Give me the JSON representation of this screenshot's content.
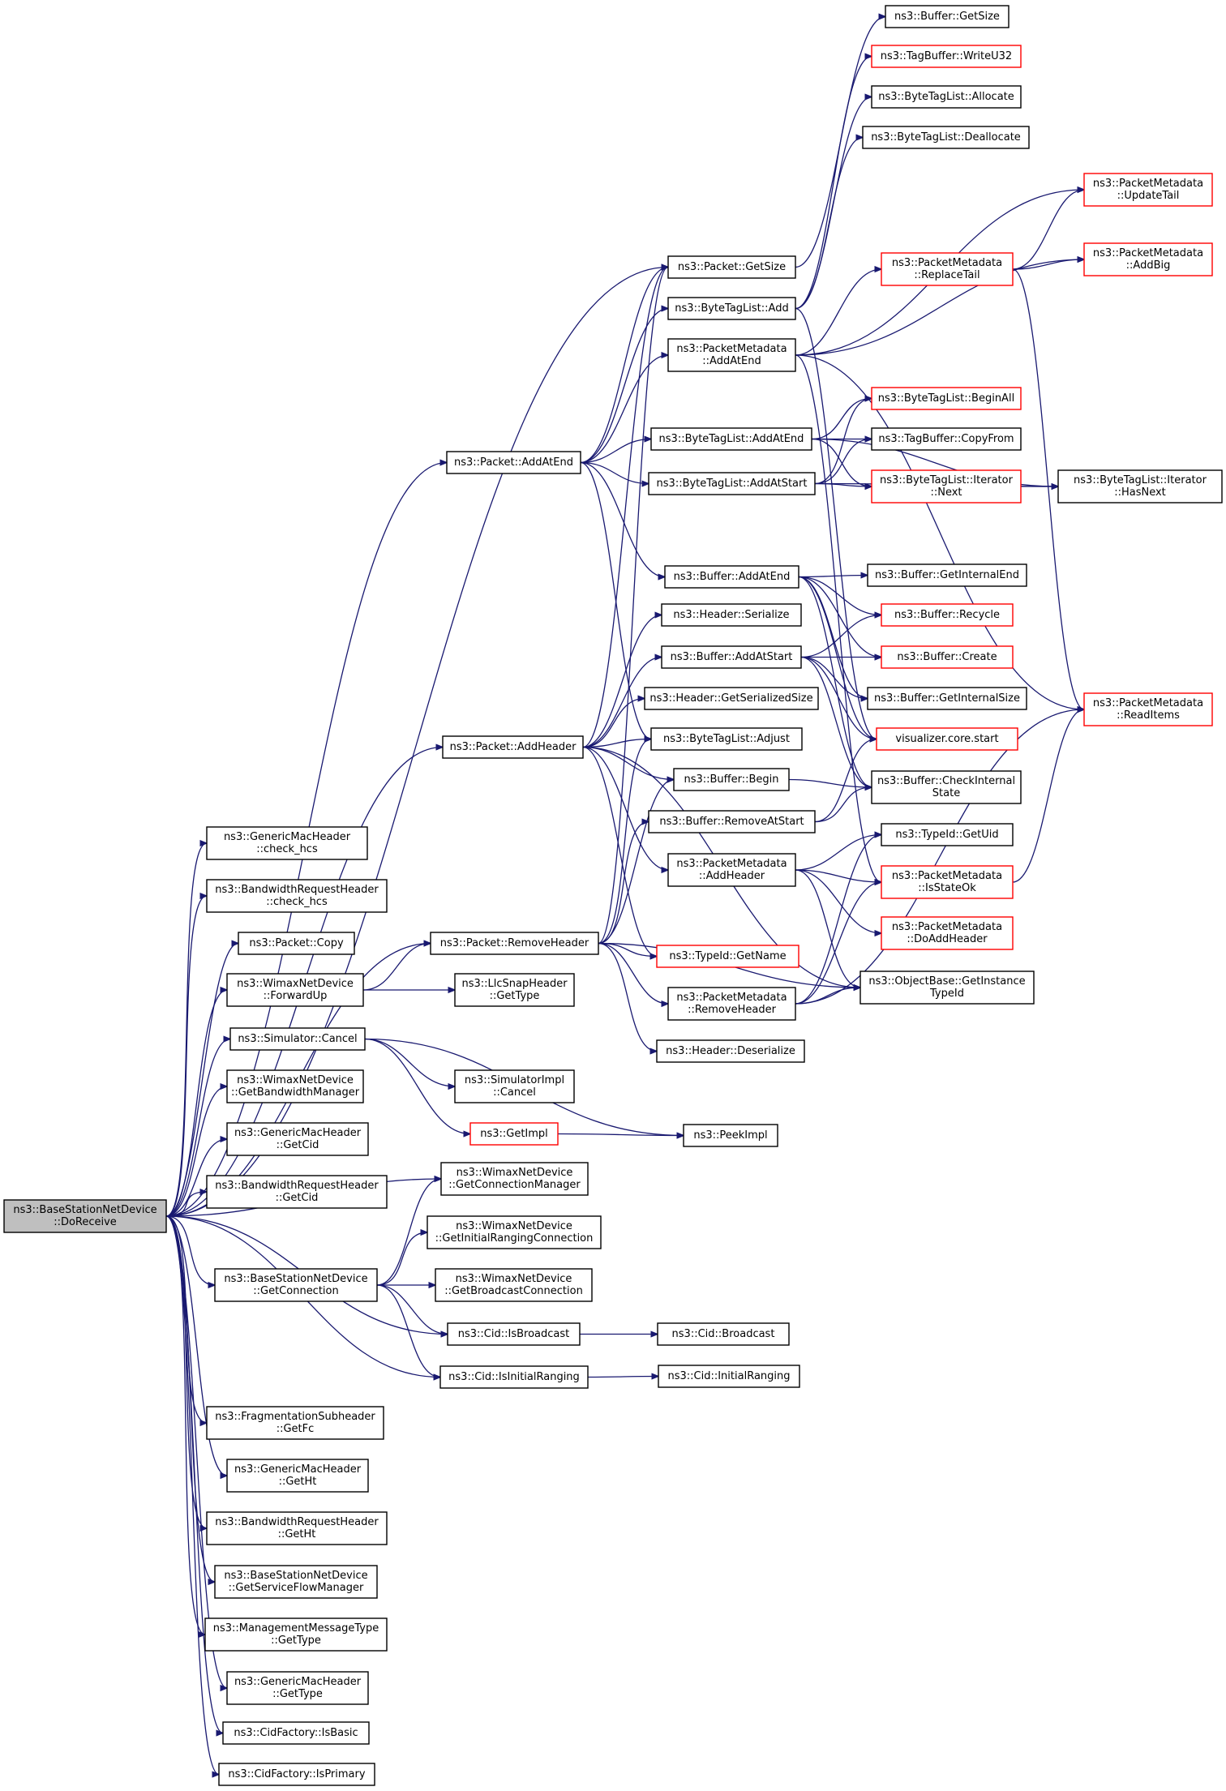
{
  "diagram": {
    "type": "call-graph",
    "colors": {
      "edge": "#191970",
      "node_border": "#000000",
      "truncated_node_border": "#ff0000",
      "root_fill": "#bfbfbf",
      "node_fill": "#ffffff"
    },
    "nodes": [
      {
        "id": "root",
        "lines": [
          "ns3::BaseStationNetDevice",
          "::DoReceive"
        ],
        "style": "root"
      },
      {
        "id": "buf_getsize",
        "lines": [
          "ns3::Buffer::GetSize"
        ],
        "style": "normal"
      },
      {
        "id": "tag_writeu32",
        "lines": [
          "ns3::TagBuffer::WriteU32"
        ],
        "style": "truncated"
      },
      {
        "id": "btl_allocate",
        "lines": [
          "ns3::ByteTagList::Allocate"
        ],
        "style": "normal"
      },
      {
        "id": "btl_deallocate",
        "lines": [
          "ns3::ByteTagList::Deallocate"
        ],
        "style": "normal"
      },
      {
        "id": "pm_updatetail",
        "lines": [
          "ns3::PacketMetadata",
          "::UpdateTail"
        ],
        "style": "truncated"
      },
      {
        "id": "pm_replacetail",
        "lines": [
          "ns3::PacketMetadata",
          "::ReplaceTail"
        ],
        "style": "truncated"
      },
      {
        "id": "pm_addbig",
        "lines": [
          "ns3::PacketMetadata",
          "::AddBig"
        ],
        "style": "truncated"
      },
      {
        "id": "pkt_getsize",
        "lines": [
          "ns3::Packet::GetSize"
        ],
        "style": "normal"
      },
      {
        "id": "btl_add",
        "lines": [
          "ns3::ByteTagList::Add"
        ],
        "style": "normal"
      },
      {
        "id": "pm_addatend",
        "lines": [
          "ns3::PacketMetadata",
          "::AddAtEnd"
        ],
        "style": "normal"
      },
      {
        "id": "btl_beginall",
        "lines": [
          "ns3::ByteTagList::BeginAll"
        ],
        "style": "truncated"
      },
      {
        "id": "btl_addatend",
        "lines": [
          "ns3::ByteTagList::AddAtEnd"
        ],
        "style": "normal"
      },
      {
        "id": "tag_copyfrom",
        "lines": [
          "ns3::TagBuffer::CopyFrom"
        ],
        "style": "normal"
      },
      {
        "id": "pkt_addatend",
        "lines": [
          "ns3::Packet::AddAtEnd"
        ],
        "style": "normal"
      },
      {
        "id": "btl_addatstart",
        "lines": [
          "ns3::ByteTagList::AddAtStart"
        ],
        "style": "normal"
      },
      {
        "id": "btl_it_next",
        "lines": [
          "ns3::ByteTagList::Iterator",
          "::Next"
        ],
        "style": "truncated"
      },
      {
        "id": "btl_it_hasnext",
        "lines": [
          "ns3::ByteTagList::Iterator",
          "::HasNext"
        ],
        "style": "normal"
      },
      {
        "id": "buf_addatend",
        "lines": [
          "ns3::Buffer::AddAtEnd"
        ],
        "style": "normal"
      },
      {
        "id": "buf_getinternalend",
        "lines": [
          "ns3::Buffer::GetInternalEnd"
        ],
        "style": "normal"
      },
      {
        "id": "hdr_serialize",
        "lines": [
          "ns3::Header::Serialize"
        ],
        "style": "normal"
      },
      {
        "id": "buf_recycle",
        "lines": [
          "ns3::Buffer::Recycle"
        ],
        "style": "truncated"
      },
      {
        "id": "buf_addatstart",
        "lines": [
          "ns3::Buffer::AddAtStart"
        ],
        "style": "normal"
      },
      {
        "id": "buf_create",
        "lines": [
          "ns3::Buffer::Create"
        ],
        "style": "truncated"
      },
      {
        "id": "hdr_getserializedsize",
        "lines": [
          "ns3::Header::GetSerializedSize"
        ],
        "style": "normal"
      },
      {
        "id": "buf_getinternalsize",
        "lines": [
          "ns3::Buffer::GetInternalSize"
        ],
        "style": "normal"
      },
      {
        "id": "pm_readitems",
        "lines": [
          "ns3::PacketMetadata",
          "::ReadItems"
        ],
        "style": "truncated"
      },
      {
        "id": "pkt_addheader",
        "lines": [
          "ns3::Packet::AddHeader"
        ],
        "style": "normal"
      },
      {
        "id": "btl_adjust",
        "lines": [
          "ns3::ByteTagList::Adjust"
        ],
        "style": "normal"
      },
      {
        "id": "vis_start",
        "lines": [
          "visualizer.core.start"
        ],
        "style": "truncated"
      },
      {
        "id": "buf_begin",
        "lines": [
          "ns3::Buffer::Begin"
        ],
        "style": "normal"
      },
      {
        "id": "buf_checkinternalstate",
        "lines": [
          "ns3::Buffer::CheckInternal",
          "State"
        ],
        "style": "normal"
      },
      {
        "id": "gmh_check_hcs",
        "lines": [
          "ns3::GenericMacHeader",
          "::check_hcs"
        ],
        "style": "normal"
      },
      {
        "id": "buf_removeatstart",
        "lines": [
          "ns3::Buffer::RemoveAtStart"
        ],
        "style": "normal"
      },
      {
        "id": "typeid_getuid",
        "lines": [
          "ns3::TypeId::GetUid"
        ],
        "style": "normal"
      },
      {
        "id": "pm_addheader",
        "lines": [
          "ns3::PacketMetadata",
          "::AddHeader"
        ],
        "style": "normal"
      },
      {
        "id": "brh_check_hcs",
        "lines": [
          "ns3::BandwidthRequestHeader",
          "::check_hcs"
        ],
        "style": "normal"
      },
      {
        "id": "pm_isstateok",
        "lines": [
          "ns3::PacketMetadata",
          "::IsStateOk"
        ],
        "style": "truncated"
      },
      {
        "id": "pkt_copy",
        "lines": [
          "ns3::Packet::Copy"
        ],
        "style": "normal"
      },
      {
        "id": "pm_doaddheader",
        "lines": [
          "ns3::PacketMetadata",
          "::DoAddHeader"
        ],
        "style": "truncated"
      },
      {
        "id": "pkt_removeheader",
        "lines": [
          "ns3::Packet::RemoveHeader"
        ],
        "style": "normal"
      },
      {
        "id": "typeid_getname",
        "lines": [
          "ns3::TypeId::GetName"
        ],
        "style": "truncated"
      },
      {
        "id": "wnd_forwardup",
        "lines": [
          "ns3::WimaxNetDevice",
          "::ForwardUp"
        ],
        "style": "normal"
      },
      {
        "id": "llc_gettype",
        "lines": [
          "ns3::LlcSnapHeader",
          "::GetType"
        ],
        "style": "normal"
      },
      {
        "id": "pm_removeheader",
        "lines": [
          "ns3::PacketMetadata",
          "::RemoveHeader"
        ],
        "style": "normal"
      },
      {
        "id": "ob_getinstancetypeid",
        "lines": [
          "ns3::ObjectBase::GetInstance",
          "TypeId"
        ],
        "style": "normal"
      },
      {
        "id": "sim_cancel",
        "lines": [
          "ns3::Simulator::Cancel"
        ],
        "style": "normal"
      },
      {
        "id": "hdr_deserialize",
        "lines": [
          "ns3::Header::Deserialize"
        ],
        "style": "normal"
      },
      {
        "id": "wnd_getbwmanager",
        "lines": [
          "ns3::WimaxNetDevice",
          "::GetBandwidthManager"
        ],
        "style": "normal"
      },
      {
        "id": "simimpl_cancel",
        "lines": [
          "ns3::SimulatorImpl",
          "::Cancel"
        ],
        "style": "normal"
      },
      {
        "id": "getimpl",
        "lines": [
          "ns3::GetImpl"
        ],
        "style": "truncated"
      },
      {
        "id": "peekimpl",
        "lines": [
          "ns3::PeekImpl"
        ],
        "style": "normal"
      },
      {
        "id": "gmh_getcid",
        "lines": [
          "ns3::GenericMacHeader",
          "::GetCid"
        ],
        "style": "normal"
      },
      {
        "id": "wnd_getconnmanager",
        "lines": [
          "ns3::WimaxNetDevice",
          "::GetConnectionManager"
        ],
        "style": "normal"
      },
      {
        "id": "brh_getcid",
        "lines": [
          "ns3::BandwidthRequestHeader",
          "::GetCid"
        ],
        "style": "normal"
      },
      {
        "id": "wnd_getinitialranging",
        "lines": [
          "ns3::WimaxNetDevice",
          "::GetInitialRangingConnection"
        ],
        "style": "normal"
      },
      {
        "id": "bsnd_getconnection",
        "lines": [
          "ns3::BaseStationNetDevice",
          "::GetConnection"
        ],
        "style": "normal"
      },
      {
        "id": "wnd_getbroadcastconn",
        "lines": [
          "ns3::WimaxNetDevice",
          "::GetBroadcastConnection"
        ],
        "style": "normal"
      },
      {
        "id": "cid_isbroadcast",
        "lines": [
          "ns3::Cid::IsBroadcast"
        ],
        "style": "normal"
      },
      {
        "id": "cid_broadcast",
        "lines": [
          "ns3::Cid::Broadcast"
        ],
        "style": "normal"
      },
      {
        "id": "cid_isinitialranging",
        "lines": [
          "ns3::Cid::IsInitialRanging"
        ],
        "style": "normal"
      },
      {
        "id": "cid_initialranging",
        "lines": [
          "ns3::Cid::InitialRanging"
        ],
        "style": "normal"
      },
      {
        "id": "frag_getfc",
        "lines": [
          "ns3::FragmentationSubheader",
          "::GetFc"
        ],
        "style": "normal"
      },
      {
        "id": "gmh_getht",
        "lines": [
          "ns3::GenericMacHeader",
          "::GetHt"
        ],
        "style": "normal"
      },
      {
        "id": "brh_getht",
        "lines": [
          "ns3::BandwidthRequestHeader",
          "::GetHt"
        ],
        "style": "normal"
      },
      {
        "id": "bsnd_getsfmanager",
        "lines": [
          "ns3::BaseStationNetDevice",
          "::GetServiceFlowManager"
        ],
        "style": "normal"
      },
      {
        "id": "mmt_gettype",
        "lines": [
          "ns3::ManagementMessageType",
          "::GetType"
        ],
        "style": "normal"
      },
      {
        "id": "gmh_gettype",
        "lines": [
          "ns3::GenericMacHeader",
          "::GetType"
        ],
        "style": "normal"
      },
      {
        "id": "cidf_isbasic",
        "lines": [
          "ns3::CidFactory::IsBasic"
        ],
        "style": "normal"
      },
      {
        "id": "cidf_isprimary",
        "lines": [
          "ns3::CidFactory::IsPrimary"
        ],
        "style": "normal"
      }
    ],
    "edges": [
      [
        "root",
        "pkt_getsize"
      ],
      [
        "root",
        "pkt_addatend"
      ],
      [
        "root",
        "pkt_addheader"
      ],
      [
        "root",
        "pkt_removeheader"
      ],
      [
        "root",
        "gmh_check_hcs"
      ],
      [
        "root",
        "brh_check_hcs"
      ],
      [
        "root",
        "pkt_copy"
      ],
      [
        "root",
        "wnd_forwardup"
      ],
      [
        "root",
        "sim_cancel"
      ],
      [
        "root",
        "wnd_getbwmanager"
      ],
      [
        "root",
        "gmh_getcid"
      ],
      [
        "root",
        "brh_getcid"
      ],
      [
        "root",
        "wnd_getconnmanager"
      ],
      [
        "root",
        "bsnd_getconnection"
      ],
      [
        "root",
        "cid_isbroadcast"
      ],
      [
        "root",
        "cid_isinitialranging"
      ],
      [
        "root",
        "frag_getfc"
      ],
      [
        "root",
        "gmh_getht"
      ],
      [
        "root",
        "brh_getht"
      ],
      [
        "root",
        "bsnd_getsfmanager"
      ],
      [
        "root",
        "mmt_gettype"
      ],
      [
        "root",
        "gmh_gettype"
      ],
      [
        "root",
        "cidf_isbasic"
      ],
      [
        "root",
        "cidf_isprimary"
      ],
      [
        "pkt_getsize",
        "buf_getsize"
      ],
      [
        "pkt_addatend",
        "pkt_getsize"
      ],
      [
        "pkt_addatend",
        "btl_add"
      ],
      [
        "pkt_addatend",
        "pm_addatend"
      ],
      [
        "pkt_addatend",
        "btl_addatend"
      ],
      [
        "pkt_addatend",
        "btl_addatstart"
      ],
      [
        "pkt_addatend",
        "buf_addatend"
      ],
      [
        "pkt_addatend",
        "btl_adjust"
      ],
      [
        "btl_add",
        "tag_writeu32"
      ],
      [
        "btl_add",
        "btl_allocate"
      ],
      [
        "btl_add",
        "btl_deallocate"
      ],
      [
        "btl_add",
        "vis_start"
      ],
      [
        "pm_addatend",
        "pm_updatetail"
      ],
      [
        "pm_addatend",
        "pm_replacetail"
      ],
      [
        "pm_addatend",
        "pm_addbig"
      ],
      [
        "pm_addatend",
        "pm_readitems"
      ],
      [
        "pm_addatend",
        "pm_isstateok"
      ],
      [
        "pm_replacetail",
        "pm_updatetail"
      ],
      [
        "pm_replacetail",
        "pm_addbig"
      ],
      [
        "pm_replacetail",
        "pm_readitems"
      ],
      [
        "btl_addatend",
        "btl_beginall"
      ],
      [
        "btl_addatend",
        "tag_copyfrom"
      ],
      [
        "btl_addatend",
        "btl_it_next"
      ],
      [
        "btl_addatend",
        "btl_it_hasnext"
      ],
      [
        "btl_addatstart",
        "btl_beginall"
      ],
      [
        "btl_addatstart",
        "tag_copyfrom"
      ],
      [
        "btl_addatstart",
        "btl_it_next"
      ],
      [
        "btl_addatstart",
        "btl_it_hasnext"
      ],
      [
        "btl_it_next",
        "btl_it_hasnext"
      ],
      [
        "buf_addatend",
        "buf_getinternalend"
      ],
      [
        "buf_addatend",
        "buf_recycle"
      ],
      [
        "buf_addatend",
        "buf_create"
      ],
      [
        "buf_addatend",
        "buf_getinternalsize"
      ],
      [
        "buf_addatend",
        "vis_start"
      ],
      [
        "buf_addatend",
        "buf_checkinternalstate"
      ],
      [
        "buf_addatstart",
        "buf_recycle"
      ],
      [
        "buf_addatstart",
        "buf_create"
      ],
      [
        "buf_addatstart",
        "buf_getinternalsize"
      ],
      [
        "buf_addatstart",
        "vis_start"
      ],
      [
        "buf_addatstart",
        "buf_checkinternalstate"
      ],
      [
        "pkt_addheader",
        "pkt_getsize"
      ],
      [
        "pkt_addheader",
        "hdr_serialize"
      ],
      [
        "pkt_addheader",
        "buf_addatstart"
      ],
      [
        "pkt_addheader",
        "hdr_getserializedsize"
      ],
      [
        "pkt_addheader",
        "btl_adjust"
      ],
      [
        "pkt_addheader",
        "buf_begin"
      ],
      [
        "pkt_addheader",
        "pm_addheader"
      ],
      [
        "pkt_addheader",
        "typeid_getname"
      ],
      [
        "pkt_addheader",
        "ob_getinstancetypeid"
      ],
      [
        "buf_begin",
        "buf_checkinternalstate"
      ],
      [
        "buf_removeatstart",
        "vis_start"
      ],
      [
        "buf_removeatstart",
        "buf_checkinternalstate"
      ],
      [
        "pm_addheader",
        "typeid_getuid"
      ],
      [
        "pm_addheader",
        "pm_isstateok"
      ],
      [
        "pm_addheader",
        "pm_doaddheader"
      ],
      [
        "pm_addheader",
        "ob_getinstancetypeid"
      ],
      [
        "pm_isstateok",
        "pm_readitems"
      ],
      [
        "pkt_removeheader",
        "pkt_getsize"
      ],
      [
        "pkt_removeheader",
        "btl_adjust"
      ],
      [
        "pkt_removeheader",
        "buf_begin"
      ],
      [
        "pkt_removeheader",
        "buf_removeatstart"
      ],
      [
        "pkt_removeheader",
        "typeid_getname"
      ],
      [
        "pkt_removeheader",
        "pm_removeheader"
      ],
      [
        "pkt_removeheader",
        "hdr_deserialize"
      ],
      [
        "pkt_removeheader",
        "ob_getinstancetypeid"
      ],
      [
        "pm_removeheader",
        "typeid_getuid"
      ],
      [
        "pm_removeheader",
        "pm_isstateok"
      ],
      [
        "pm_removeheader",
        "ob_getinstancetypeid"
      ],
      [
        "pm_removeheader",
        "pm_readitems"
      ],
      [
        "wnd_forwardup",
        "pkt_removeheader"
      ],
      [
        "wnd_forwardup",
        "llc_gettype"
      ],
      [
        "sim_cancel",
        "simimpl_cancel"
      ],
      [
        "sim_cancel",
        "getimpl"
      ],
      [
        "sim_cancel",
        "peekimpl"
      ],
      [
        "getimpl",
        "peekimpl"
      ],
      [
        "bsnd_getconnection",
        "wnd_getconnmanager"
      ],
      [
        "bsnd_getconnection",
        "wnd_getinitialranging"
      ],
      [
        "bsnd_getconnection",
        "wnd_getbroadcastconn"
      ],
      [
        "bsnd_getconnection",
        "cid_isbroadcast"
      ],
      [
        "bsnd_getconnection",
        "cid_isinitialranging"
      ],
      [
        "cid_isbroadcast",
        "cid_broadcast"
      ],
      [
        "cid_isinitialranging",
        "cid_initialranging"
      ]
    ]
  }
}
